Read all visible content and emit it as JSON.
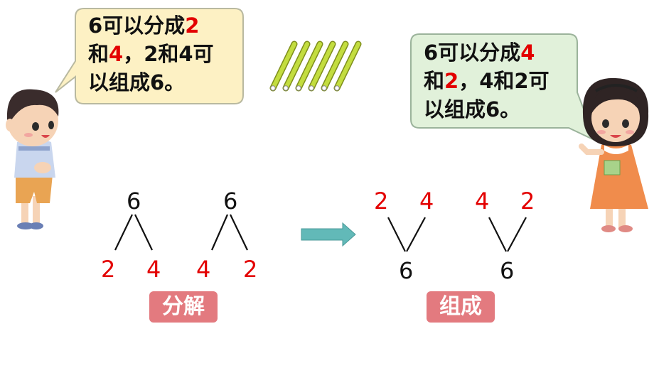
{
  "bubble_left": {
    "lines": [
      [
        {
          "t": "6可以分成",
          "red": false
        },
        {
          "t": "2",
          "red": true
        }
      ],
      [
        {
          "t": "和",
          "red": false
        },
        {
          "t": "4",
          "red": true
        },
        {
          "t": "，2和4可",
          "red": false
        }
      ],
      [
        {
          "t": "以组成6。",
          "red": false
        }
      ]
    ]
  },
  "bubble_right": {
    "lines": [
      [
        {
          "t": "6可以分成",
          "red": false
        },
        {
          "t": "4",
          "red": true
        }
      ],
      [
        {
          "t": "和",
          "red": false
        },
        {
          "t": "2",
          "red": true
        },
        {
          "t": "，4和2可",
          "red": false
        }
      ],
      [
        {
          "t": "以组成6。",
          "red": false
        }
      ]
    ]
  },
  "decompose": {
    "tree1": {
      "top": "6",
      "left": "2",
      "right": "4"
    },
    "tree2": {
      "top": "6",
      "left": "4",
      "right": "2"
    },
    "label": "分解"
  },
  "compose": {
    "tree1": {
      "left": "2",
      "right": "4",
      "bottom": "6"
    },
    "tree2": {
      "left": "4",
      "right": "2",
      "bottom": "6"
    },
    "label": "组成"
  },
  "colors": {
    "red": "#e30000",
    "tag": "#e37a7f",
    "stick": "#b6d23a",
    "arrow": "#5fb5b5"
  },
  "icons": [
    "boy-character-illustration",
    "girl-character-illustration",
    "counting-sticks-icon",
    "right-arrow-icon"
  ]
}
